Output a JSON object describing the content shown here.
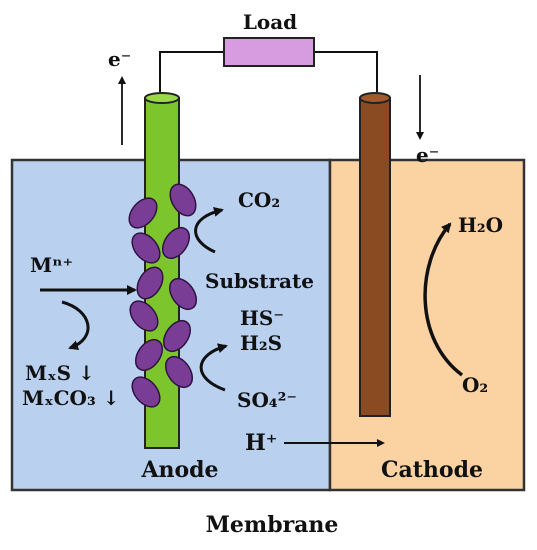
{
  "labels": {
    "load": "Load",
    "electron_left": "e⁻",
    "electron_right": "e⁻",
    "metal_ion": "Mⁿ⁺",
    "metal_sulfide": "MₓS ↓",
    "metal_carbonate": "MₓCO₃ ↓",
    "co2": "CO₂",
    "substrate": "Substrate",
    "hs_minus": "HS⁻",
    "h2s": "H₂S",
    "sulfate": "SO₄²⁻",
    "proton": "H⁺",
    "water": "H₂O",
    "oxygen": "O₂",
    "anode": "Anode",
    "cathode": "Cathode",
    "membrane": "Membrane"
  },
  "colors": {
    "anode_chamber": "#b9d0ef",
    "cathode_chamber": "#fbd3a2",
    "anode_electrode": "#7dc52c",
    "cathode_electrode": "#8a4a22",
    "bacteria": "#7a3d96",
    "load": "#d79be0",
    "wire": "#111111"
  }
}
